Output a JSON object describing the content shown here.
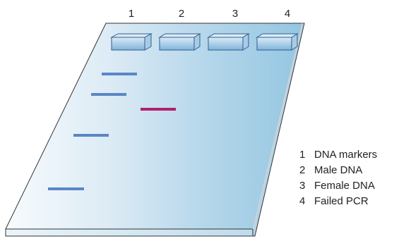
{
  "lanes": [
    {
      "number": "1"
    },
    {
      "number": "2"
    },
    {
      "number": "3"
    },
    {
      "number": "4"
    }
  ],
  "legend": [
    {
      "number": "1",
      "label": "DNA markers"
    },
    {
      "number": "2",
      "label": "Male DNA"
    },
    {
      "number": "3",
      "label": "Female DNA"
    },
    {
      "number": "4",
      "label": "Failed PCR"
    }
  ],
  "colors": {
    "gel_light": "#eef6fb",
    "gel_mid": "#bcd9ea",
    "gel_dark": "#8fc3df",
    "well_fill": "#8fc0e0",
    "marker_band": "#5b86c6",
    "male_band": "#b0206e"
  }
}
